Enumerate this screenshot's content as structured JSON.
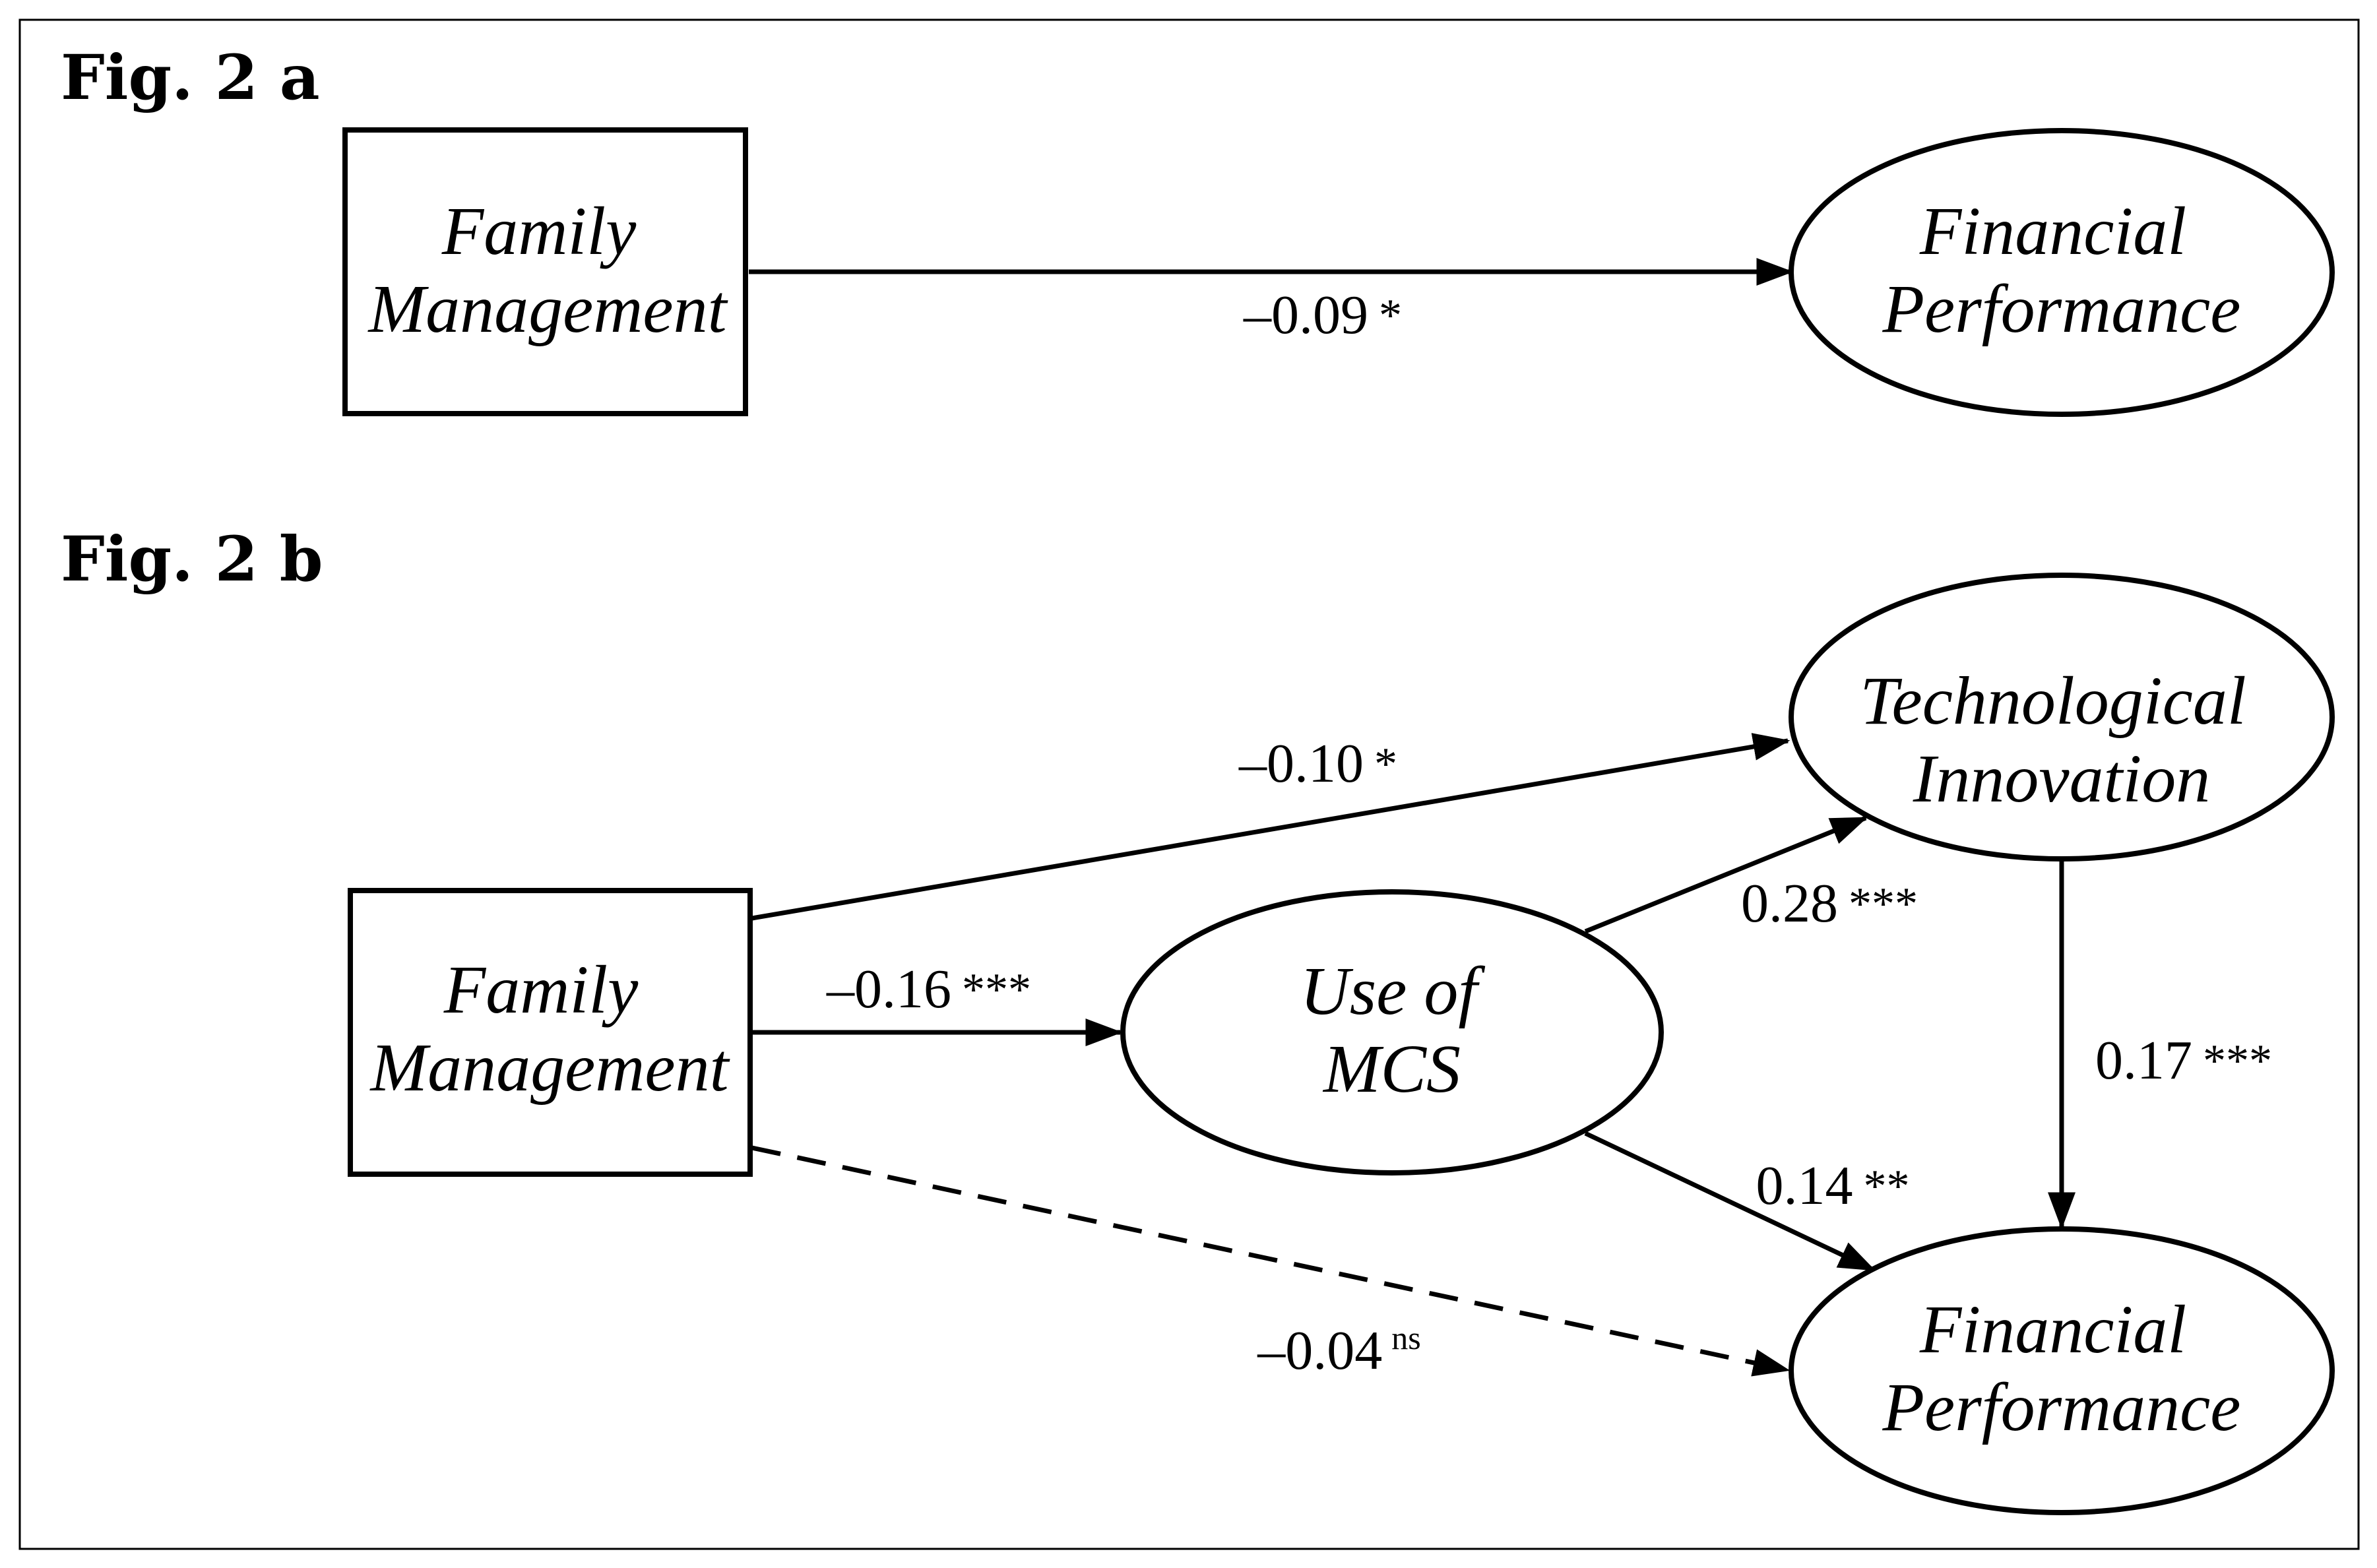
{
  "figure_a": {
    "title": "Fig. 2 a",
    "nodes": {
      "family_management": [
        "Family",
        "Management"
      ],
      "financial_performance": [
        "Financial",
        "Performance"
      ]
    },
    "paths": [
      {
        "from": "Family Management",
        "to": "Financial Performance",
        "coefficient": "–0.09",
        "significance": "*",
        "line": "solid"
      }
    ]
  },
  "figure_b": {
    "title": "Fig. 2 b",
    "nodes": {
      "family_management": [
        "Family",
        "Management"
      ],
      "use_of_mcs": [
        "Use of",
        "MCS"
      ],
      "technological_innovation": [
        "Technological",
        "Innovation"
      ],
      "financial_performance": [
        "Financial",
        "Performance"
      ]
    },
    "paths": [
      {
        "from": "Family Management",
        "to": "Technological Innovation",
        "coefficient": "–0.10",
        "significance": "*",
        "line": "solid"
      },
      {
        "from": "Family Management",
        "to": "Use of MCS",
        "coefficient": "–0.16",
        "significance": "***",
        "line": "solid"
      },
      {
        "from": "Use of MCS",
        "to": "Technological Innovation",
        "coefficient": "0.28",
        "significance": "***",
        "line": "solid"
      },
      {
        "from": "Use of MCS",
        "to": "Financial Performance",
        "coefficient": "0.14",
        "significance": "**",
        "line": "solid"
      },
      {
        "from": "Technological Innovation",
        "to": "Financial Performance",
        "coefficient": "0.17",
        "significance": "***",
        "line": "solid"
      },
      {
        "from": "Family Management",
        "to": "Financial Performance",
        "coefficient": "–0.04",
        "significance": "ns",
        "line": "dashed"
      }
    ]
  }
}
